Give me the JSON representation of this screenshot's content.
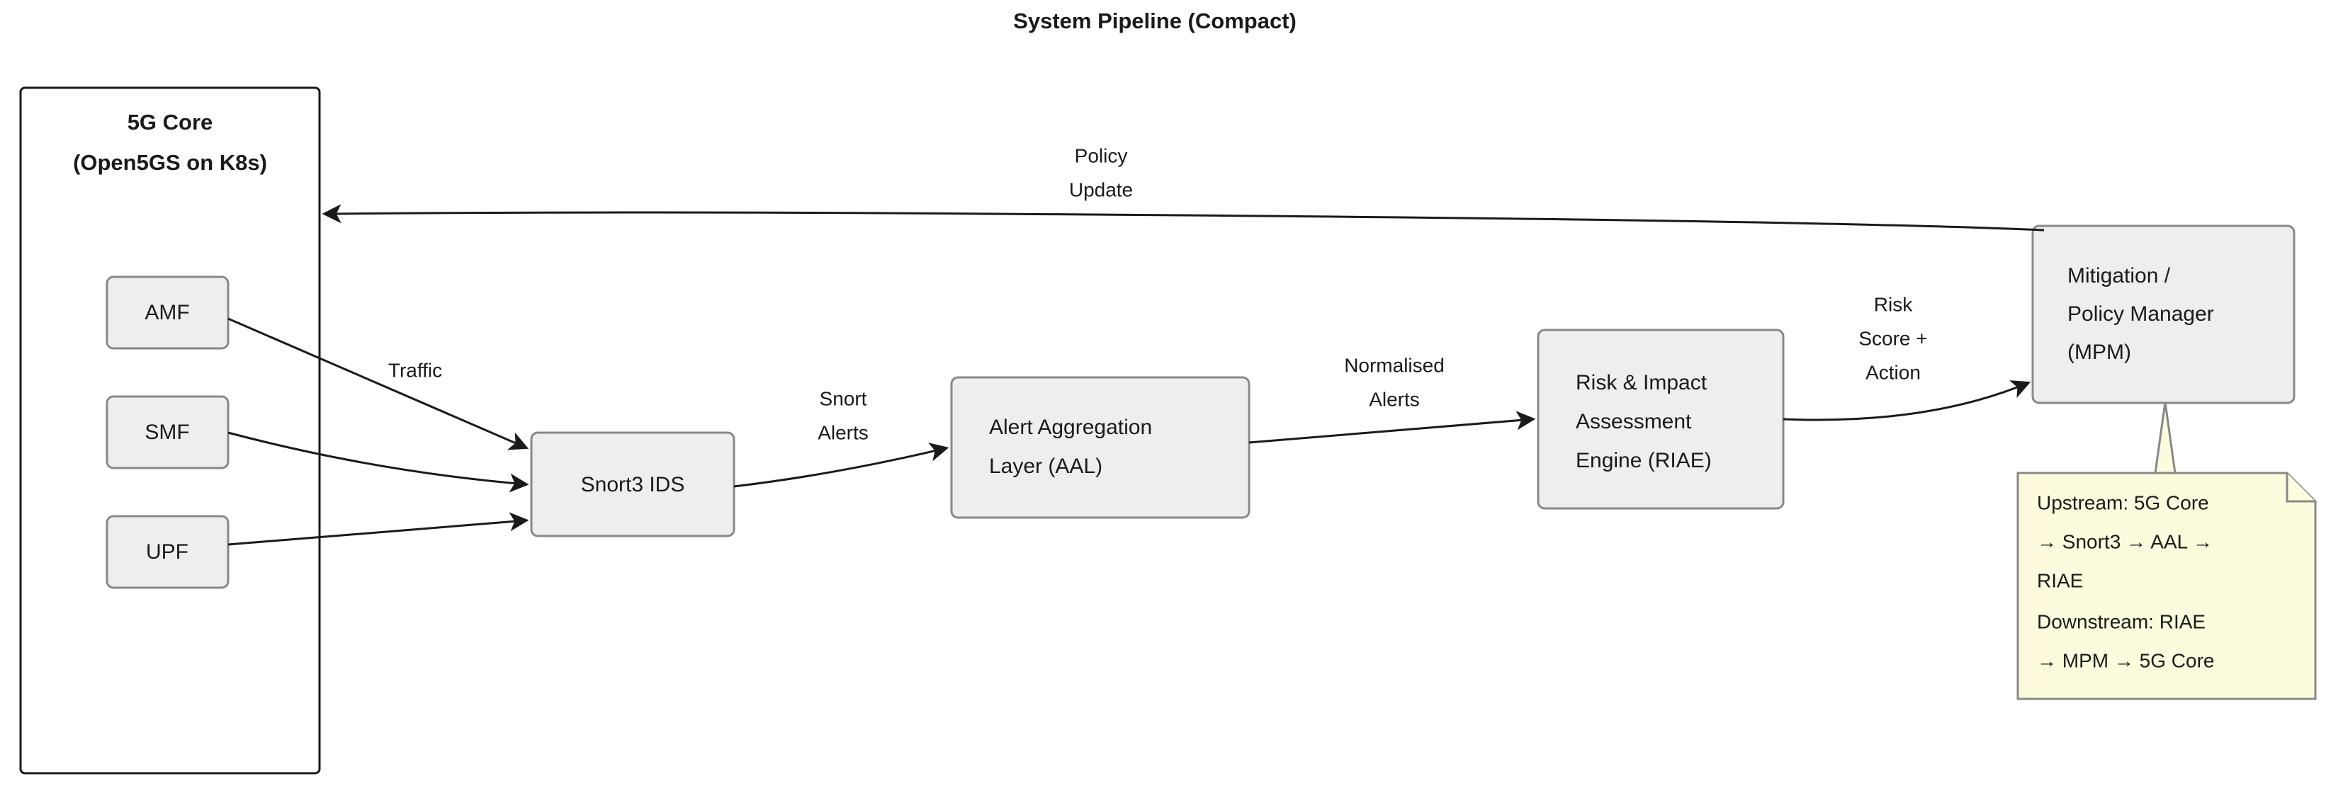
{
  "title": "System Pipeline (Compact)",
  "group": {
    "title_line1": "5G Core",
    "title_line2": "(Open5GS on K8s)"
  },
  "nodes": {
    "amf": {
      "label": "AMF"
    },
    "smf": {
      "label": "SMF"
    },
    "upf": {
      "label": "UPF"
    },
    "snort": {
      "label": "Snort3 IDS"
    },
    "aal": {
      "line1": "Alert Aggregation",
      "line2": "Layer (AAL)"
    },
    "riae": {
      "line1": "Risk & Impact",
      "line2": "Assessment",
      "line3": "Engine (RIAE)"
    },
    "mpm": {
      "line1": "Mitigation /",
      "line2": "Policy Manager",
      "line3": "(MPM)"
    }
  },
  "edge_labels": {
    "traffic": "Traffic",
    "snort_alerts_l1": "Snort",
    "snort_alerts_l2": "Alerts",
    "normalised_l1": "Normalised",
    "normalised_l2": "Alerts",
    "risk_l1": "Risk",
    "risk_l2": "Score +",
    "risk_l3": "Action",
    "policy_l1": "Policy",
    "policy_l2": "Update"
  },
  "note": {
    "line1": "Upstream: 5G Core",
    "line2": "→ Snort3 → AAL →",
    "line3": "RIAE",
    "line4": "Downstream: RIAE",
    "line5": "→ MPM → 5G Core"
  },
  "colors": {
    "node_fill": "#eeeeee",
    "node_stroke": "#888888",
    "note_fill": "#fcfbdd",
    "line": "#1a1a1a",
    "text": "#1a1a1a",
    "background": "#ffffff"
  }
}
